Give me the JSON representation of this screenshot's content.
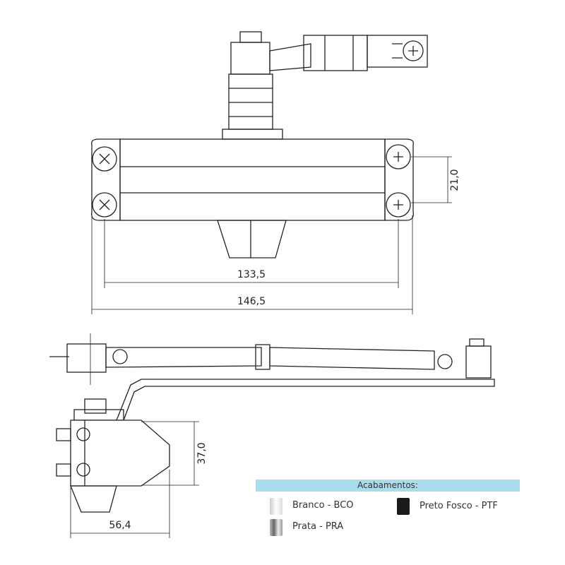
{
  "dimensions": {
    "screw_spacing": "21,0",
    "inner_width": "133,5",
    "outer_width": "146,5",
    "height": "37,0",
    "depth": "56,4"
  },
  "legend": {
    "title": "Acabamentos:",
    "items": [
      {
        "label": "Branco - BCO",
        "color": "#e6e6e6"
      },
      {
        "label": "Prata - PRA",
        "color": "#9a9a9a"
      },
      {
        "label": "Preto Fosco - PTF",
        "color": "#1a1a1a"
      }
    ]
  }
}
